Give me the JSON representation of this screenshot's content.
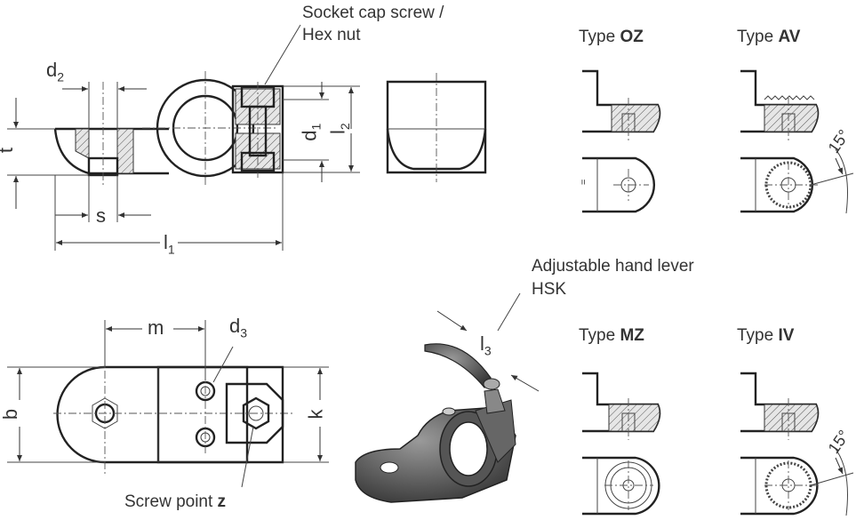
{
  "labels": {
    "socket_screw_line1": "Socket cap screw /",
    "socket_screw_line2": "Hex nut",
    "type_oz_prefix": "Type ",
    "type_oz_code": "OZ",
    "type_av_prefix": "Type ",
    "type_av_code": "AV",
    "type_mz_prefix": "Type ",
    "type_mz_code": "MZ",
    "type_iv_prefix": "Type ",
    "type_iv_code": "IV",
    "lever_line1": "Adjustable hand lever",
    "lever_line2": "HSK",
    "screw_point_prefix": "Screw point ",
    "screw_point_code": "z"
  },
  "dimensions": {
    "d2": {
      "main": "d",
      "sub": "2"
    },
    "t": {
      "main": "t"
    },
    "s": {
      "main": "s"
    },
    "l1": {
      "main": "l",
      "sub": "1"
    },
    "d1": {
      "main": "d",
      "sub": "1"
    },
    "l2": {
      "main": "l",
      "sub": "2"
    },
    "m": {
      "main": "m"
    },
    "d3": {
      "main": "d",
      "sub": "3"
    },
    "b": {
      "main": "b"
    },
    "k": {
      "main": "k"
    },
    "l3": {
      "main": "l",
      "sub": "3"
    }
  },
  "angles": {
    "av": "15°",
    "iv": "15°"
  }
}
